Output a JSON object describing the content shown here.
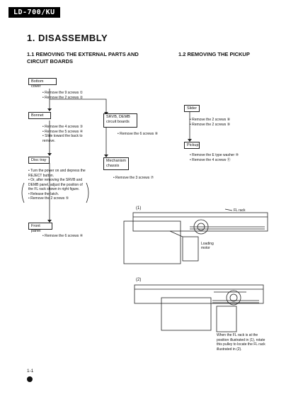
{
  "header": {
    "model": "LD-700/KU"
  },
  "section": {
    "title": "1.  DISASSEMBLY",
    "sub1": "1.1  REMOVING THE EXTERNAL PARTS AND CIRCUIT BOARDS",
    "sub2": "1.2  REMOVING THE PICKUP"
  },
  "flow_left": {
    "bottom_cover": "Bottom cover",
    "bottom_cover_steps": [
      "Remove the 9 screws ①",
      "Remove the 2 screws ②"
    ],
    "bonnet": "Bonnet",
    "bonnet_steps": [
      "Remove the 4 screws ③",
      "Remove the 5 screws ④",
      "Slide toward the back to remove."
    ],
    "srvb": "SRVB, DEMB circuit boards",
    "srvb_steps": [
      "Remove the 6 screws ⑥"
    ],
    "disc_tray": "Disc tray",
    "disc_tray_steps": [
      "Turn the power on and depress the REJECT button.",
      "Or, after removing the SRVB and DEMB panel, adjust the position of the FL rack shown in right figure.",
      "Release the latch.",
      "Remove the 2 screws ⑤"
    ],
    "mechanism": "Mechanism chassis",
    "mechanism_steps": [
      "Remove the 3 screws ⑦"
    ],
    "front_panel": "Front panel",
    "front_panel_steps": [
      "Remove the 6 screws ④"
    ]
  },
  "flow_right": {
    "slider": "Slider",
    "slider_steps": [
      "Remove the 2 screws ⑧",
      "Remove the 2 screws ⑨"
    ],
    "pickup": "Pickup",
    "pickup_steps": [
      "Remove the E type washer ⑩",
      "Remove the 4 screws ⑪"
    ]
  },
  "figure": {
    "label1": "(1)",
    "label2": "(2)",
    "fl_rack": "FL rack",
    "loading_motor": "Loading motor",
    "caption": "When the FL rack is at the position illustrated in (1), rotate this pulley to locate the FL rack illustrated in (2)."
  },
  "footer": {
    "page": "1-1"
  }
}
